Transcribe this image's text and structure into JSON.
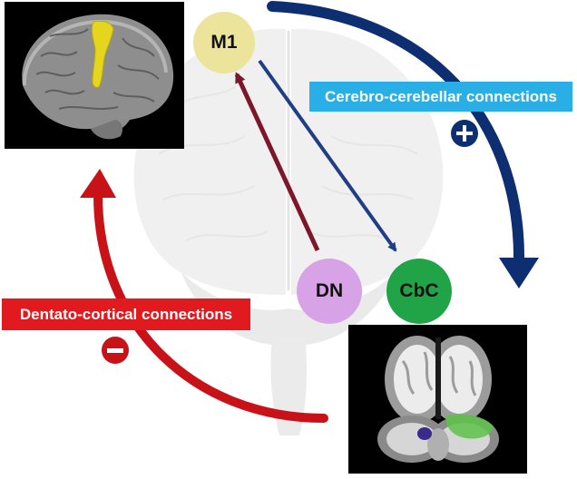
{
  "nodes": {
    "m1": "M1",
    "dn": "DN",
    "cbc": "CbC"
  },
  "labels": {
    "cerebro": "Cerebro-cerebellar connections",
    "dentato": "Dentato-cortical connections"
  },
  "signs": {
    "positive": "+",
    "negative": "−"
  },
  "colors": {
    "m1": "#ede49c",
    "dn": "#d7a2e6",
    "cbc": "#21a447",
    "cerebro_arrow": "#0e2e72",
    "dentato_arrow": "#c81218",
    "cerebro_label_bg": "#2aaee6",
    "dentato_label_bg": "#e01a1e",
    "motor_area_highlight": "#e6d51e",
    "dentate_highlight": "#3a2a8c",
    "cerebellar_cortex_highlight": "#5ec24a"
  }
}
